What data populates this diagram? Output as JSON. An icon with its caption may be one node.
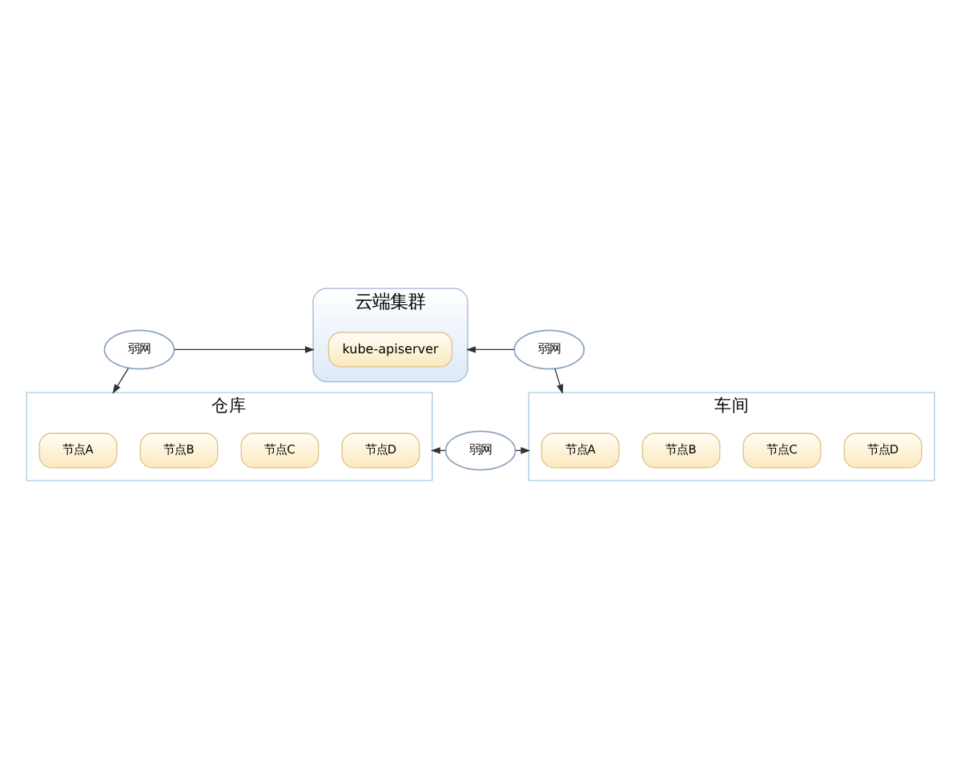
{
  "diagram": {
    "nodes": [
      {
        "text": [
          "云端集群"
        ]
      },
      {
        "text": [
          "kube-apiserver"
        ],
        "in": 0
      },
      {
        "text": [
          "弱网"
        ]
      },
      {
        "text": [
          "弱网"
        ]
      },
      {
        "text": [
          "仓库"
        ]
      },
      {
        "text": [
          "节点A"
        ],
        "in": 4
      },
      {
        "text": [
          "节点B"
        ],
        "in": 4
      },
      {
        "text": [
          "节点C"
        ],
        "in": 4
      },
      {
        "text": [
          "节点D"
        ],
        "in": 4
      },
      {
        "text": [
          "弱网"
        ]
      },
      {
        "text": [
          "车间"
        ]
      },
      {
        "text": [
          "节点A"
        ],
        "in": 10
      },
      {
        "text": [
          "节点B"
        ],
        "in": 10
      },
      {
        "text": [
          "节点C"
        ],
        "in": 10
      },
      {
        "text": [
          "节点D"
        ],
        "in": 10
      }
    ],
    "edges": [
      {
        "from": 2,
        "to": 0,
        "arrow": "to"
      },
      {
        "from": 2,
        "to": 4,
        "arrow": "to"
      },
      {
        "from": 3,
        "to": 0,
        "arrow": "to"
      },
      {
        "from": 3,
        "to": 10,
        "arrow": "to"
      },
      {
        "from": 9,
        "to": 4,
        "arrow": "to"
      },
      {
        "from": 9,
        "to": 10,
        "arrow": "to"
      }
    ]
  }
}
